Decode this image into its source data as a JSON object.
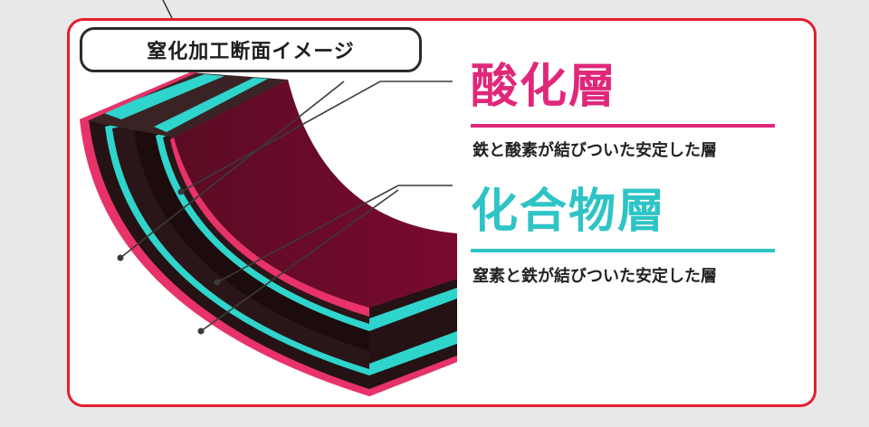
{
  "title": "窒化加工断面イメージ",
  "layers": [
    {
      "name": "酸化層",
      "description": "鉄と酸素が結びついた安定した層",
      "color": "#e0287a"
    },
    {
      "name": "化合物層",
      "description": "窒素と鉄が結びついた安定した層",
      "color": "#2ec4c6"
    }
  ],
  "colors": {
    "frame": "#e41f2e",
    "background": "#e8e8ea",
    "inner_face": "#6e0327",
    "dark_band": "#2a1618",
    "teal_band": "#2fd4cc",
    "pink_band": "#e8326a",
    "leader": "#3a3a3a"
  }
}
